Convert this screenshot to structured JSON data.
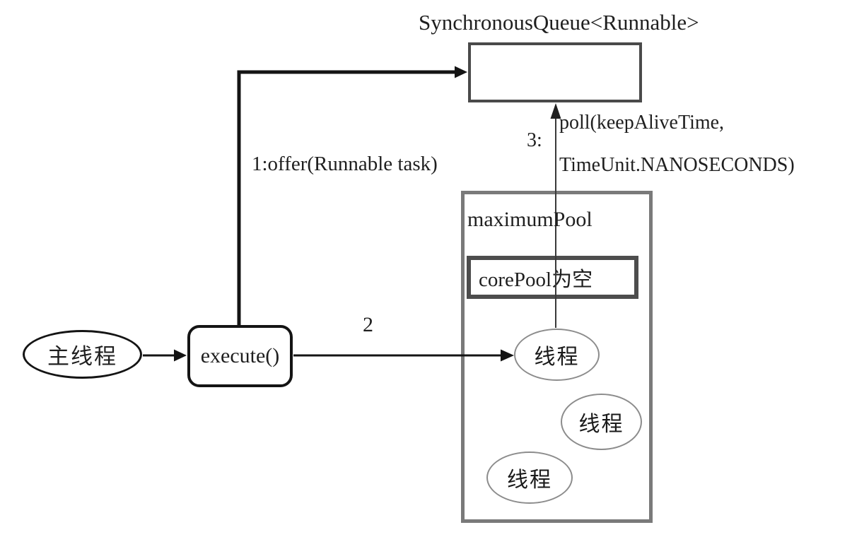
{
  "diagram": {
    "title": "SynchronousQueue<Runnable>",
    "nodes": {
      "main_thread": "主线程",
      "execute": "execute()",
      "maximum_pool": "maximumPool",
      "core_pool_empty": "corePool为空",
      "thread_1": "线程",
      "thread_2": "线程",
      "thread_3": "线程"
    },
    "edge_labels": {
      "offer": "1:offer(Runnable task)",
      "step2": "2",
      "step3": "3:",
      "poll_line1": "poll(keepAliveTime,",
      "poll_line2": "TimeUnit.NANOSECONDS)"
    },
    "colors": {
      "line_black": "#141414",
      "poll_line_gray": "#3a3a3a",
      "queue_border": "#4a4a4a",
      "max_pool_border": "#7a7a7a",
      "core_pool_border": "#4d4d4d",
      "thread_ellipse_border": "#8c8c8c",
      "background": "#ffffff"
    }
  }
}
